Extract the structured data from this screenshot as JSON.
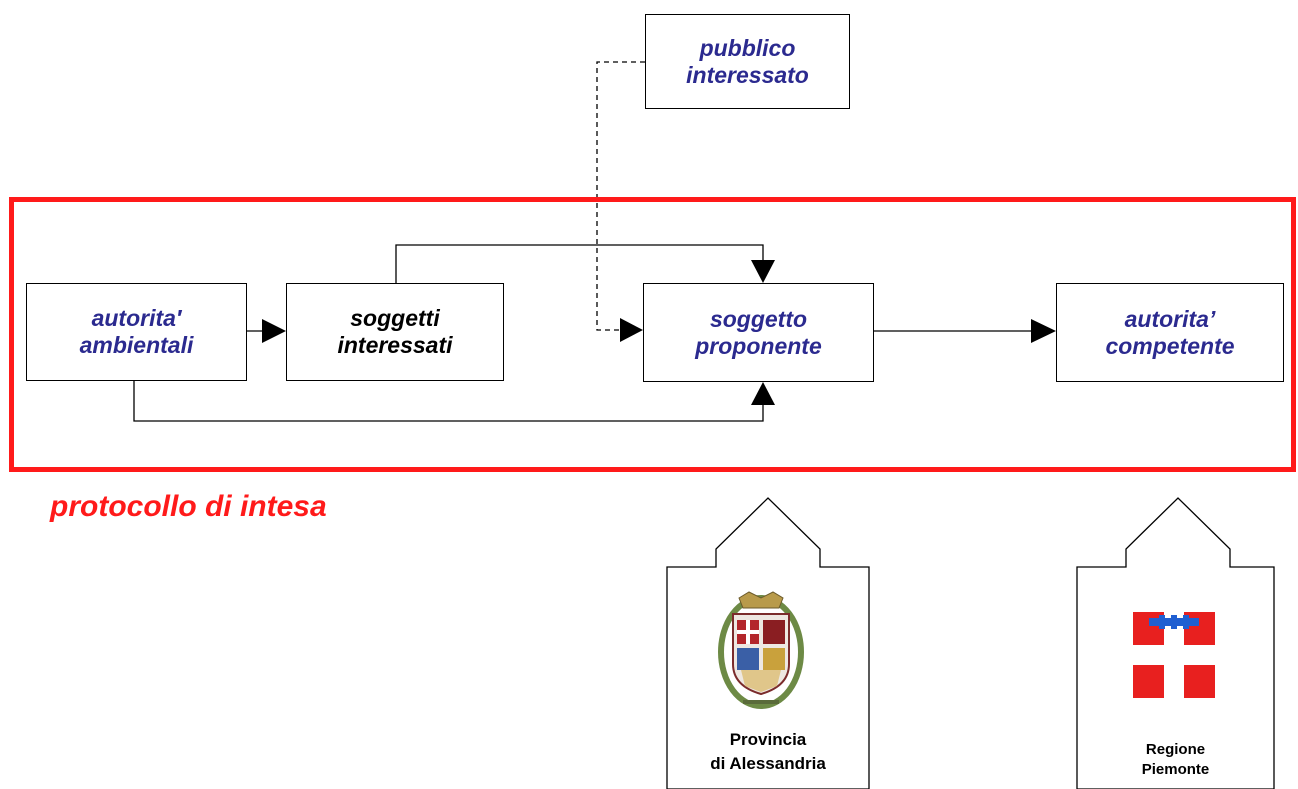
{
  "nodes": {
    "pubblico": {
      "line1": "pubblico",
      "line2": "interessato"
    },
    "autorita_ambientali": {
      "line1": "autorita′",
      "line2": "ambientali"
    },
    "soggetti_interessati": {
      "line1": "soggetti",
      "line2": "interessati"
    },
    "soggetto_proponente": {
      "line1": "soggetto",
      "line2": "proponente"
    },
    "autorita_competente": {
      "line1": "autorita’",
      "line2": "competente"
    }
  },
  "frame_caption": "protocollo di intesa",
  "institutions": {
    "provincia": {
      "line1": "Provincia",
      "line2": "di Alessandria"
    },
    "regione": {
      "line1": "Regione",
      "line2": "Piemonte"
    }
  },
  "colors": {
    "frame": "#ff1a1a",
    "node_text_blue": "#2b2a8f",
    "piemonte_red": "#e8201f",
    "piemonte_blue": "#1f5fd1"
  },
  "connections": [
    {
      "from": "autorita_ambientali",
      "to": "soggetti_interessati",
      "style": "solid"
    },
    {
      "from": "soggetti_interessati",
      "to": "soggetto_proponente",
      "style": "solid"
    },
    {
      "from": "autorita_ambientali",
      "to": "soggetto_proponente",
      "style": "solid"
    },
    {
      "from": "pubblico",
      "to": "soggetto_proponente",
      "style": "dashed"
    },
    {
      "from": "soggetto_proponente",
      "to": "autorita_competente",
      "style": "solid"
    }
  ]
}
